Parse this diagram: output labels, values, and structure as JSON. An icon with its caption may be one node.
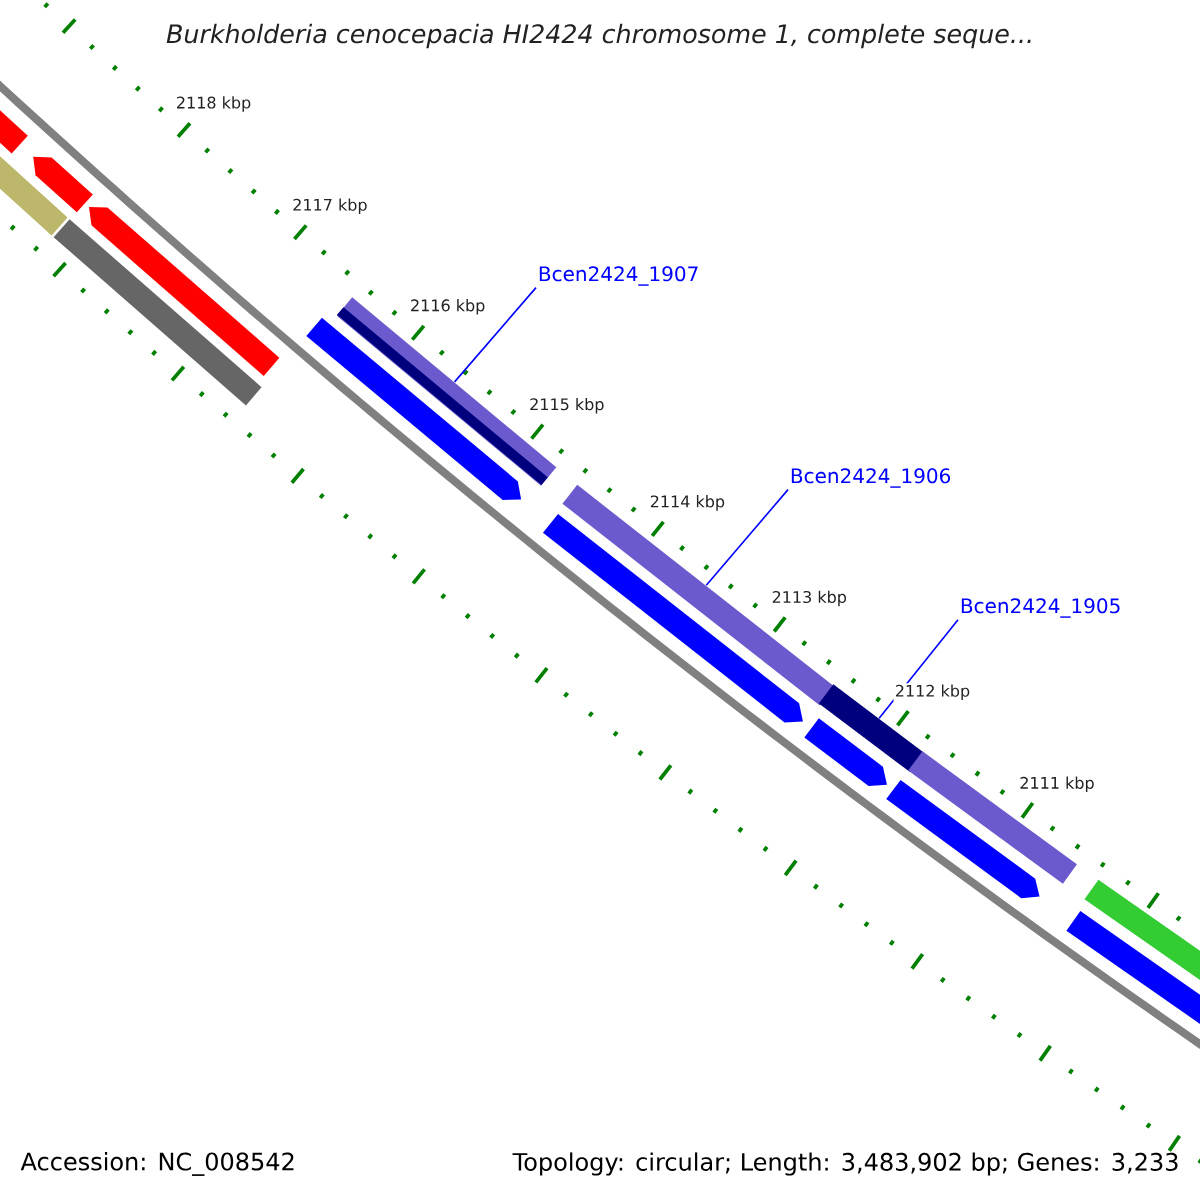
{
  "diagram": {
    "title": "Burkholderia cenocepacia HI2424 chromosome 1, complete seque...",
    "nodes": [
      {
        "text": [
          "Bcen2424_1907"
        ]
      },
      {
        "text": [
          "Bcen2424_1906"
        ]
      },
      {
        "text": [
          "Bcen2424_1905"
        ]
      },
      {
        "text": [],
        "shape": "bar"
      },
      {
        "text": [],
        "shape": "bar"
      },
      {
        "text": [],
        "shape": "bar"
      },
      {
        "text": [],
        "shape": "bar"
      },
      {
        "text": [],
        "shape": "arrow"
      },
      {
        "text": [],
        "shape": "bar"
      },
      {
        "text": [],
        "shape": "arrow"
      },
      {
        "text": [],
        "shape": "bar"
      },
      {
        "text": [],
        "shape": "bar"
      },
      {
        "text": [],
        "shape": "arrow"
      },
      {
        "text": [],
        "shape": "arrow"
      },
      {
        "text": [],
        "shape": "arrow"
      },
      {
        "text": [],
        "shape": "arrow"
      },
      {
        "text": [],
        "shape": "arrow"
      },
      {
        "text": [],
        "shape": "bar"
      },
      {
        "text": [],
        "shape": "bar"
      }
    ],
    "edges": [
      {
        "from": 0,
        "to": 3,
        "arrow": "none"
      },
      {
        "from": 1,
        "to": 4,
        "arrow": "none"
      },
      {
        "from": 2,
        "to": 5,
        "arrow": "none"
      }
    ],
    "labels": [
      "2118 kbp",
      "2117 kbp",
      "2116 kbp",
      "2115 kbp",
      "2114 kbp",
      "2113 kbp",
      "2112 kbp",
      "2111 kbp",
      "Accession: NC_008542",
      "Topology: circular; Length: 3,483,902 bp; Genes: 3,233"
    ]
  }
}
